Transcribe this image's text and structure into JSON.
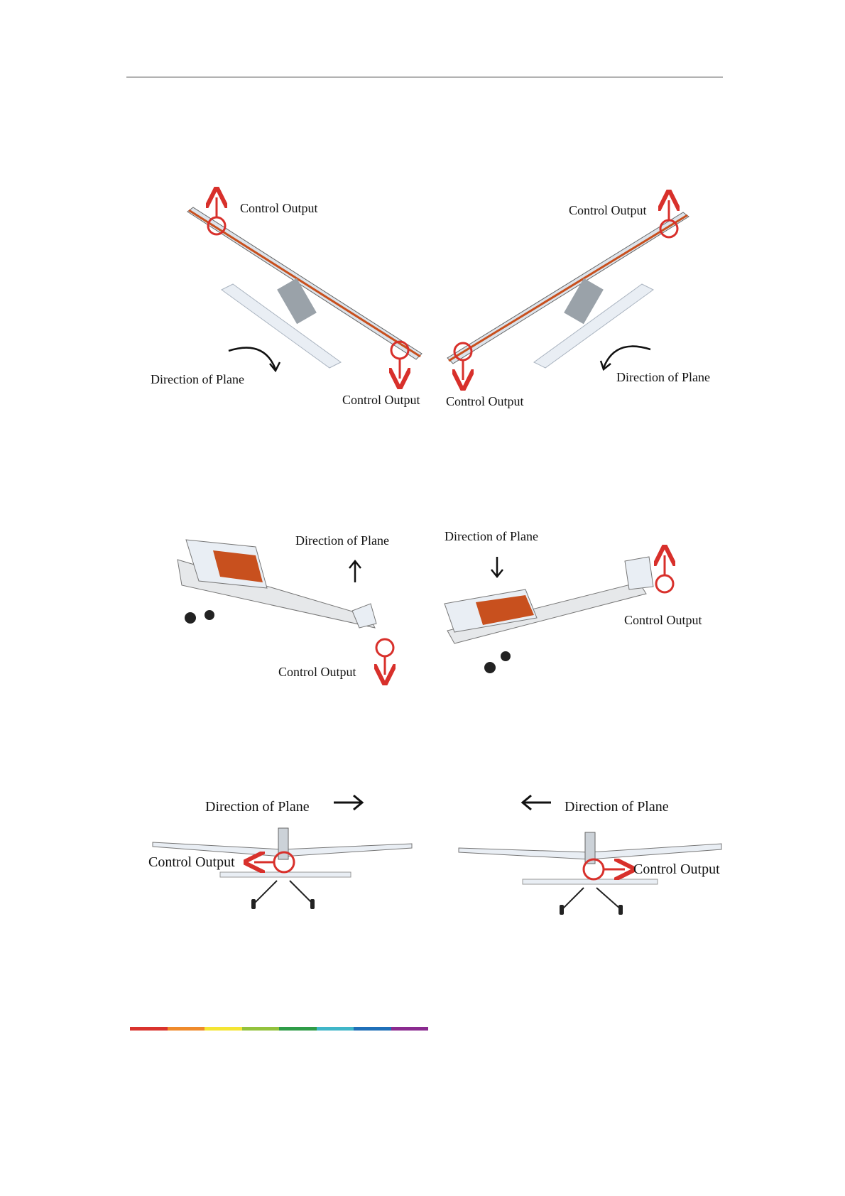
{
  "labels": {
    "control_output": "Control Output",
    "direction_of_plane": "Direction of  Plane"
  },
  "colors": {
    "arrow_red": "#d8302b",
    "arrow_black": "#111111",
    "accent_orange": "#c8501e",
    "wing_white": "#e9eef4"
  },
  "figures": [
    {
      "name": "roll-left",
      "items": [
        "Control Output",
        "Control Output",
        "Direction of  Plane"
      ]
    },
    {
      "name": "roll-right",
      "items": [
        "Control Output",
        "Control Output",
        "Direction of  Plane"
      ]
    },
    {
      "name": "pitch-up",
      "items": [
        "Direction of  Plane",
        "Control Output"
      ]
    },
    {
      "name": "pitch-down",
      "items": [
        "Direction of  Plane",
        "Control Output"
      ]
    },
    {
      "name": "yaw-right",
      "items": [
        "Direction of  Plane",
        "Control Output"
      ]
    },
    {
      "name": "yaw-left",
      "items": [
        "Direction of  Plane",
        "Control Output"
      ]
    }
  ],
  "color_bar": [
    "#d9322d",
    "#ef8a2b",
    "#f4e533",
    "#93c23c",
    "#2f9c47",
    "#3fb6c8",
    "#1f6fb8",
    "#8a2a8f"
  ]
}
